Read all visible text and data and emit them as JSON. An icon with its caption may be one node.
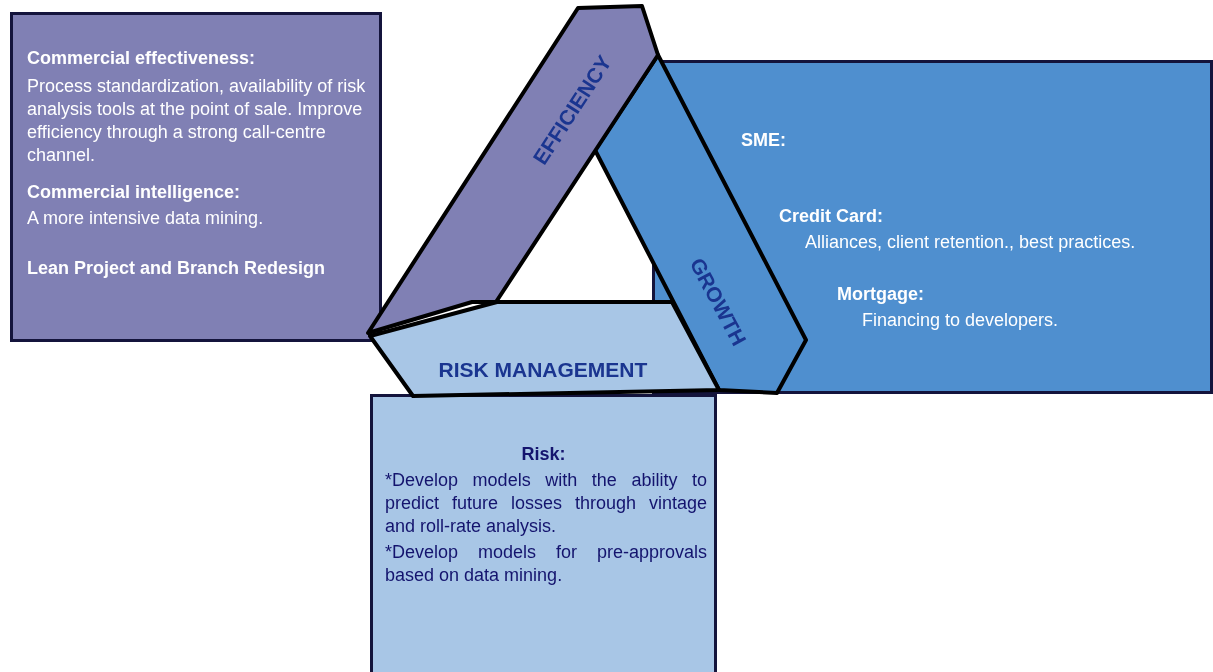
{
  "diagram": {
    "nodes": [
      {
        "text": [
          "Commercial effectiveness:",
          "Process standardization, availability of risk analysis tools at the point of sale. Improve efficiency through a strong call-centre channel.",
          "Commercial intelligence:",
          "A more intensive data mining.",
          "Lean Project and Branch Redesign"
        ]
      },
      {
        "text": [
          "EFFICIENCY"
        ]
      },
      {
        "text": [
          "GROWTH"
        ]
      },
      {
        "text": [
          "SME:",
          "Credit Card:",
          "Alliances, client retention., best practices.",
          "Mortgage:",
          "Financing to developers."
        ]
      },
      {
        "text": [
          "RISK MANAGEMENT"
        ]
      },
      {
        "text": [
          "Risk:",
          "*Develop models with the ability to predict future losses through vintage and roll-rate analysis.",
          "*Develop models for pre-approvals based on data mining."
        ]
      }
    ],
    "edges": []
  }
}
